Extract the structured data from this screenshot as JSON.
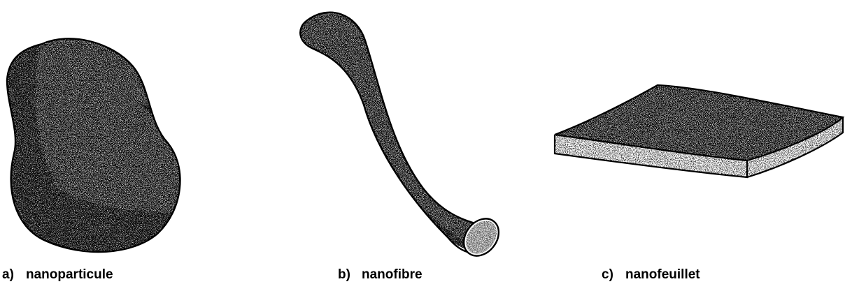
{
  "panels": [
    {
      "letter": "a)",
      "label": "nanoparticule"
    },
    {
      "letter": "b)",
      "label": "nanofibre"
    },
    {
      "letter": "c)",
      "label": "nanofeuillet"
    }
  ],
  "colors": {
    "ink": "#000000",
    "paper": "#ffffff"
  }
}
